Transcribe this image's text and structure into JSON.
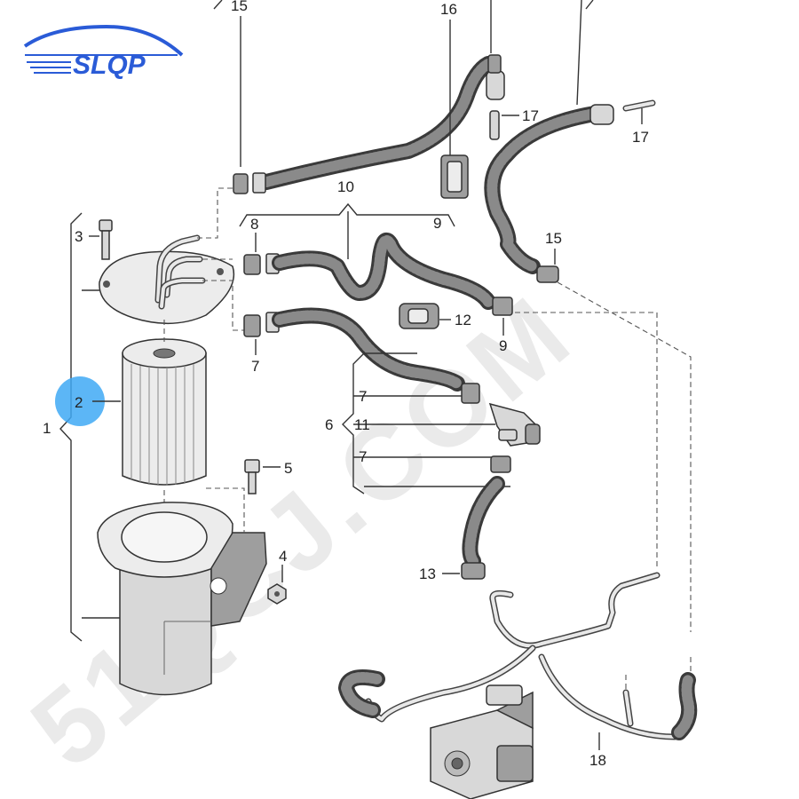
{
  "brand": {
    "logo_text": "SLQP",
    "color": "#2a5bd7"
  },
  "watermark": {
    "text": "51QCJ.COM"
  },
  "highlight": {
    "color": "#3fa9f5",
    "label": "2"
  },
  "callouts": {
    "c1": "1",
    "c2": "2",
    "c3": "3",
    "c4": "4",
    "c5": "5",
    "c6": "6",
    "c7a": "7",
    "c7b": "7",
    "c7c": "7",
    "c8": "8",
    "c9a": "9",
    "c9b": "9",
    "c10": "10",
    "c11": "11",
    "c12": "12",
    "c13": "13",
    "c15a": "15",
    "c15b": "15",
    "c16": "16",
    "c17a": "17",
    "c17b": "17",
    "c18": "18"
  }
}
